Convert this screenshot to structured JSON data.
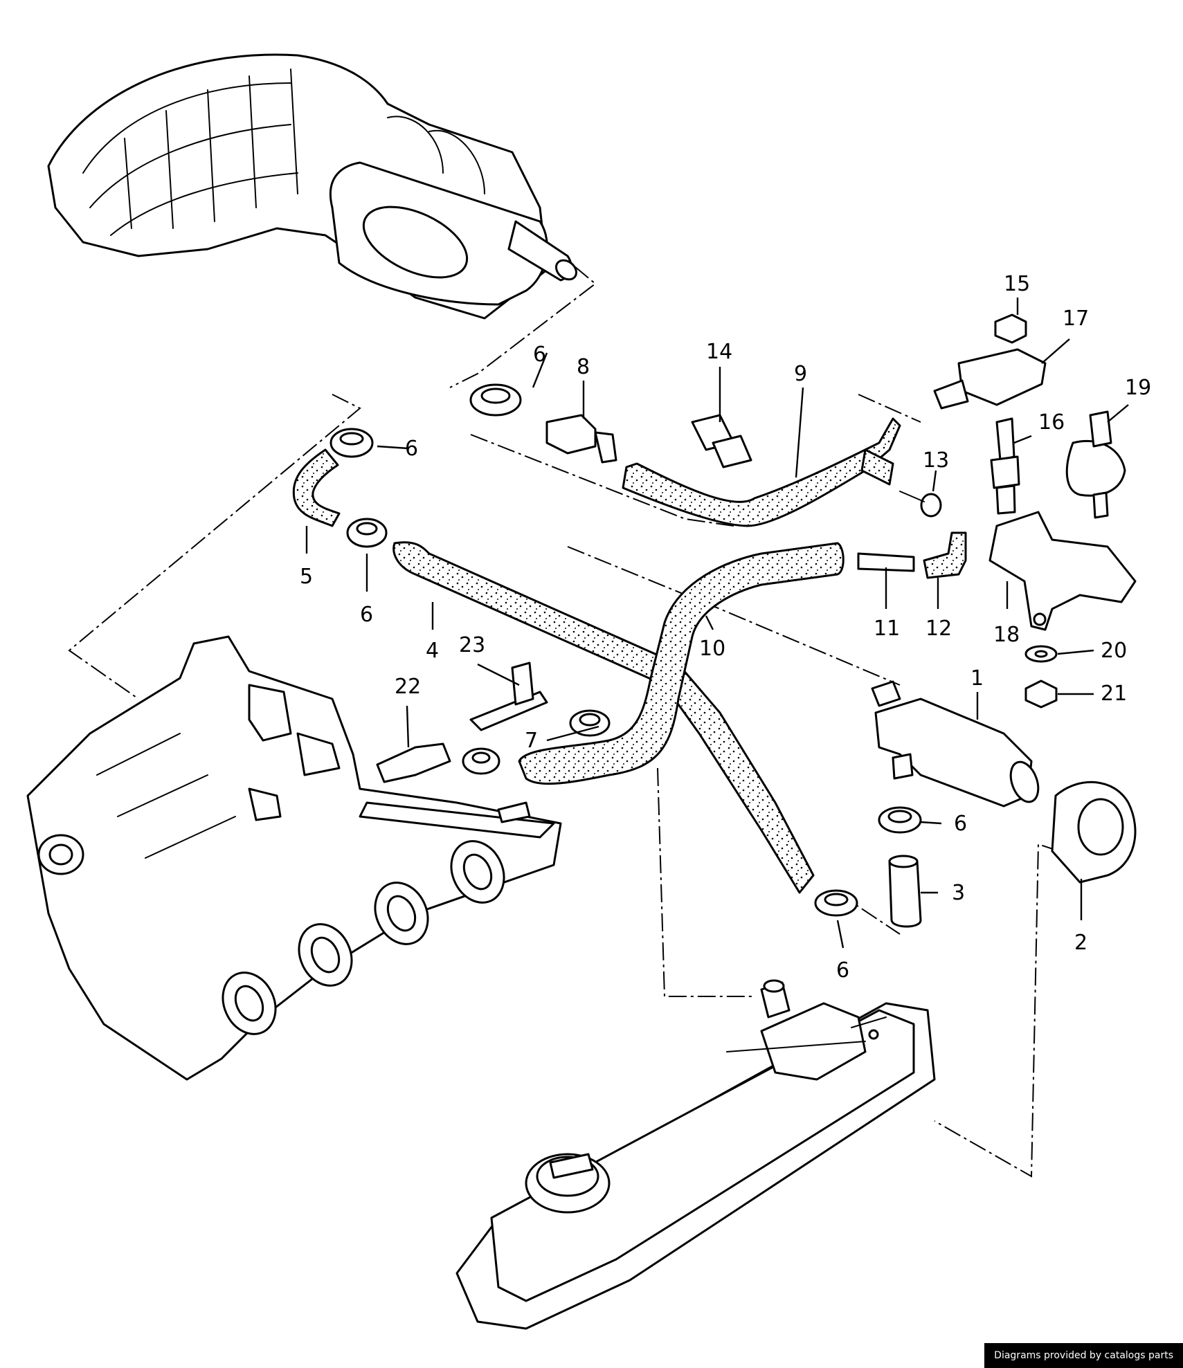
{
  "labels": {
    "p1": "1",
    "p2": "2",
    "p3": "3",
    "p4": "4",
    "p5": "5",
    "p6a": "6",
    "p6b": "6",
    "p6c": "6",
    "p6d": "6",
    "p6e": "6",
    "p7": "7",
    "p8": "8",
    "p9": "9",
    "p10": "10",
    "p11": "11",
    "p12": "12",
    "p13": "13",
    "p14": "14",
    "p15": "15",
    "p16": "16",
    "p17": "17",
    "p18": "18",
    "p19": "19",
    "p20": "20",
    "p21": "21",
    "p22": "22",
    "p23": "23"
  },
  "credit": "Diagrams provided by catalogs parts"
}
